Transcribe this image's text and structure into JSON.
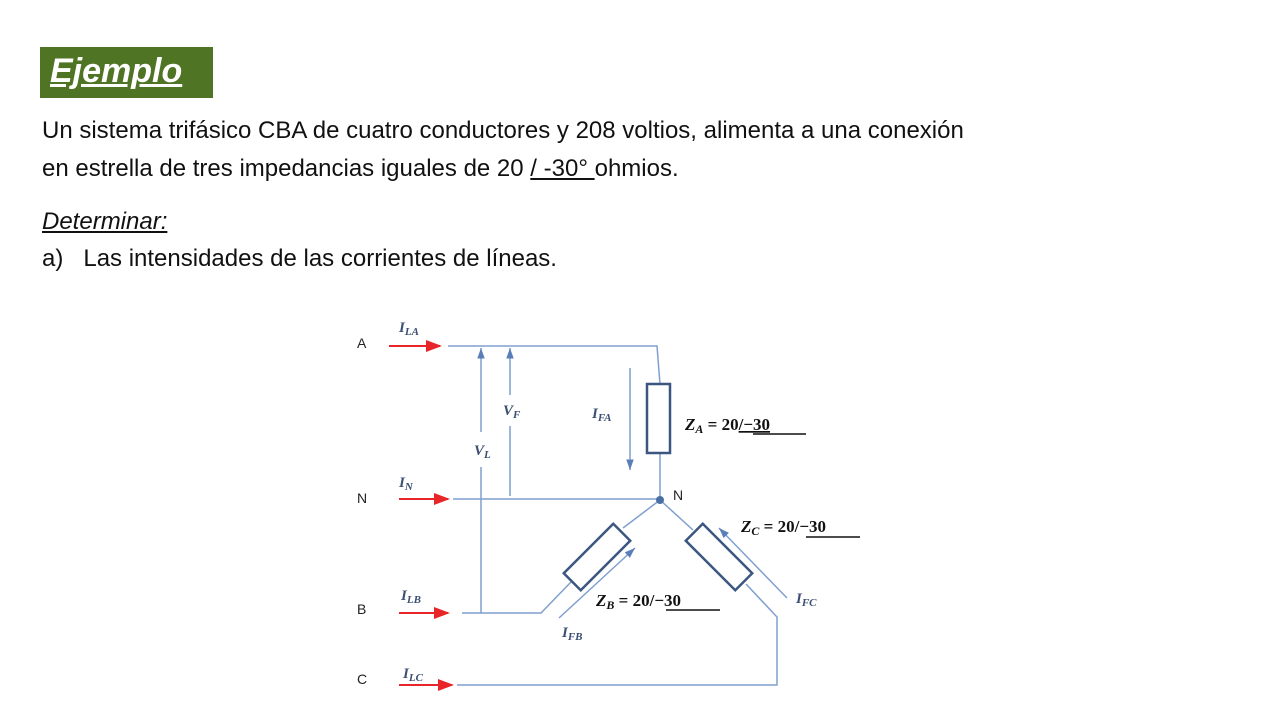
{
  "title": "Ejemplo",
  "statement": {
    "line1": "Un sistema trifásico CBA de cuatro conductores y 208 voltios, alimenta a una conexión",
    "line2_prefix": "en estrella de tres impedancias iguales de 20 ",
    "line2_angle": "/ -30° ",
    "line2_suffix": " ohmios."
  },
  "task_heading": "Determinar:",
  "task_a_marker": "a)",
  "task_a_text": "Las intensidades de las corrientes de líneas.",
  "diagram": {
    "terminals": {
      "a": "A",
      "n": "N",
      "b": "B",
      "c": "C",
      "neutral_node": "N"
    },
    "currents": {
      "ila": "I",
      "ila_sub": "LA",
      "in": "I",
      "in_sub": "N",
      "ilb": "I",
      "ilb_sub": "LB",
      "ilc": "I",
      "ilc_sub": "LC",
      "ifa": "I",
      "ifa_sub": "FA",
      "ifb": "I",
      "ifb_sub": "FB",
      "ifc": "I",
      "ifc_sub": "FC"
    },
    "voltages": {
      "vf": "V",
      "vf_sub": "F",
      "vl": "V",
      "vl_sub": "L"
    },
    "impedances": {
      "za": "Z",
      "za_sub": "A",
      "zb": "Z",
      "zb_sub": "B",
      "zc": "Z",
      "zc_sub": "C",
      "eq": " = 20",
      "angle": "/−30"
    },
    "colors": {
      "wire": "#7f9fcf",
      "arrow_red": "#e8262a",
      "resistor": "#3b5680"
    }
  }
}
